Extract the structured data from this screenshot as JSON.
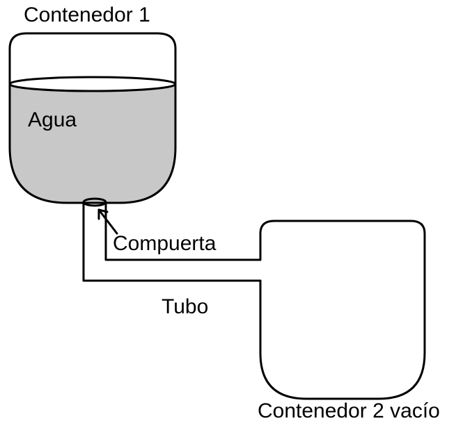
{
  "labels": {
    "container1": "Contenedor 1",
    "water": "Agua",
    "gate": "Compuerta",
    "tube": "Tubo",
    "container2": "Contenedor 2 vacío"
  },
  "colors": {
    "water": "#c8c8c8",
    "stroke": "#000000",
    "background": "#ffffff"
  }
}
